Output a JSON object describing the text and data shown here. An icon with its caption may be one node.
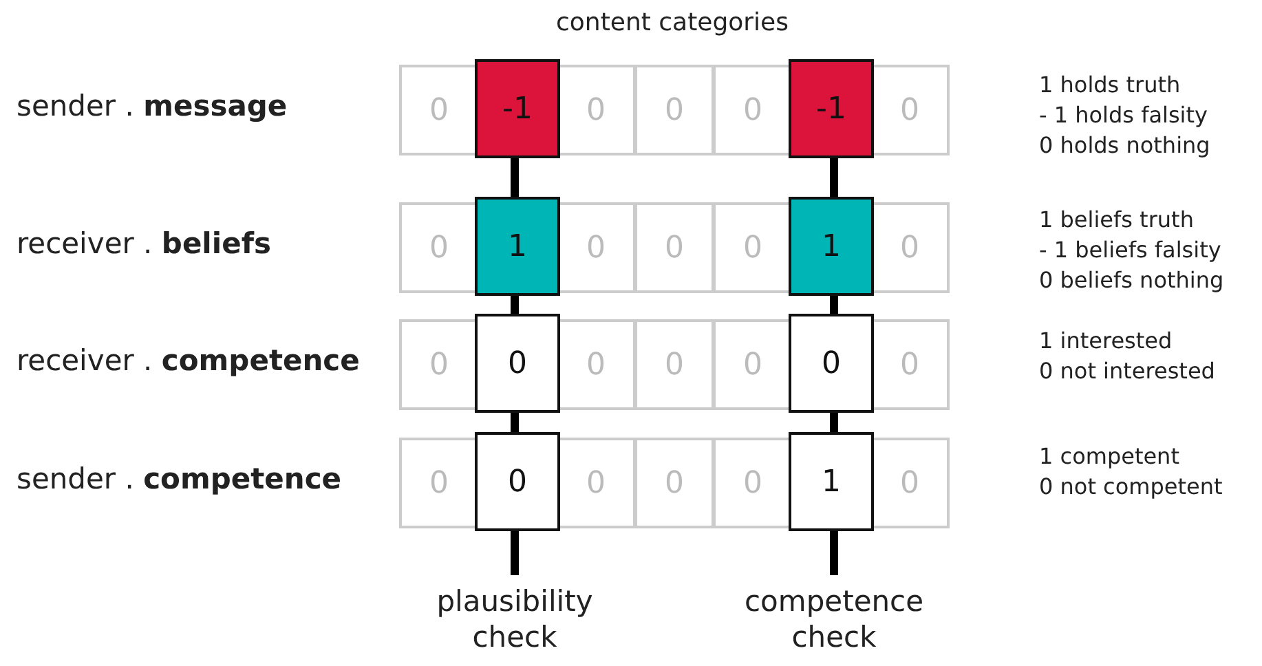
{
  "diagram": {
    "title": "content categories",
    "labels": [
      "sender . **message**",
      "0",
      "-1",
      "0",
      "0",
      "0",
      "-1",
      "0",
      "1 holds truth",
      "- 1 holds falsity",
      "0 holds nothing",
      "receiver . **beliefs**",
      "0",
      "1",
      "0",
      "0",
      "0",
      "1",
      "0",
      "1 beliefs truth",
      "- 1 beliefs falsity",
      "0 beliefs nothing",
      "receiver . **competence**",
      "0",
      "0",
      "0",
      "0",
      "0",
      "0",
      "0",
      "1 interested",
      "0 not interested",
      "sender . **competence**",
      "0",
      "0",
      "0",
      "0",
      "0",
      "1",
      "0",
      "1 competent",
      "0 not competent",
      "plausibility check",
      "competence check"
    ]
  }
}
